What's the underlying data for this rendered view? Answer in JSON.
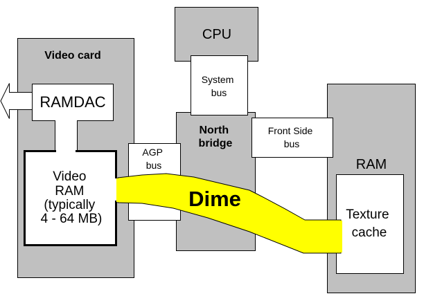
{
  "diagram": {
    "video_card": {
      "title": "Video card"
    },
    "ramdac": {
      "label": "RAMDAC"
    },
    "video_ram": {
      "lines": [
        "Video",
        "RAM",
        "(typically",
        "4 - 64 MB)"
      ]
    },
    "agp_bus": {
      "lines": [
        "AGP",
        "bus"
      ]
    },
    "cpu": {
      "label": "CPU"
    },
    "system_bus": {
      "lines": [
        "System",
        "bus"
      ]
    },
    "north_bridge": {
      "lines": [
        "North",
        "bridge"
      ]
    },
    "front_side_bus": {
      "lines": [
        "Front Side",
        "bus"
      ]
    },
    "ram": {
      "label": "RAM"
    },
    "texture_cache": {
      "lines": [
        "Texture",
        "cache"
      ]
    },
    "dime_path": {
      "label": "Dime",
      "color": "#ffff00"
    }
  },
  "colors": {
    "block": "#c0c0c0",
    "highlight": "#ffff00"
  }
}
